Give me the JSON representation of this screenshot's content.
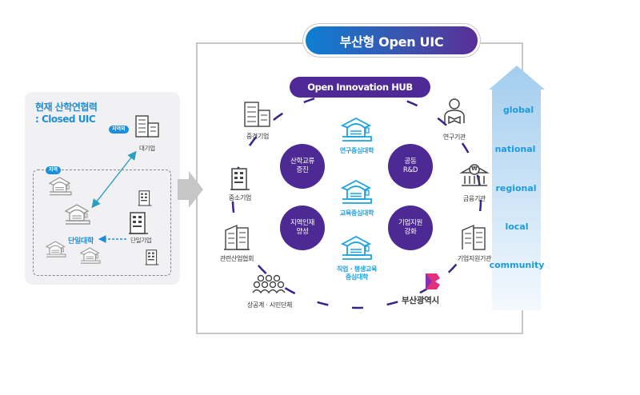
{
  "left_panel": {
    "title_line1": "현재 산학연협력",
    "title_line2": ": Closed UIC",
    "outside_region_badge": "지역외",
    "region_badge": "지역",
    "large_company_label": "대기업",
    "single_university_label": "단일대학",
    "single_company_label": "단일기업"
  },
  "main": {
    "title": "부산형 Open UIC",
    "hub_label": "Open Innovation HUB",
    "outer_nodes": {
      "mid_sized_company": "중견기업",
      "small_company": "중소기업",
      "industry_association": "관련산업협회",
      "civic_groups": "상공계 · 시민단체",
      "busan_city": "부산광역시",
      "business_support_agency": "기업지원기관",
      "financial_institution": "금융기관",
      "research_institute": "연구기관"
    },
    "center_circles": [
      {
        "line1": "산학교류",
        "line2": "증진"
      },
      {
        "line1": "공동",
        "line2": "R&D"
      },
      {
        "line1": "지역인재",
        "line2": "양성"
      },
      {
        "line1": "기업지원",
        "line2": "강화"
      }
    ],
    "universities": [
      {
        "line1": "연구중심대학",
        "line2": ""
      },
      {
        "line1": "교육중심대학",
        "line2": ""
      },
      {
        "line1": "직업 · 평생교육",
        "line2": "중심대학"
      }
    ],
    "scale_levels": [
      "global",
      "national",
      "regional",
      "local",
      "community"
    ]
  },
  "colors": {
    "accent_blue": "#1e8fd6",
    "hub_purple": "#4f2a96",
    "circle_purple": "#4d2a93",
    "university_blue": "#1ea2e0",
    "scale_arrow_blue": "#a9d0f0"
  }
}
